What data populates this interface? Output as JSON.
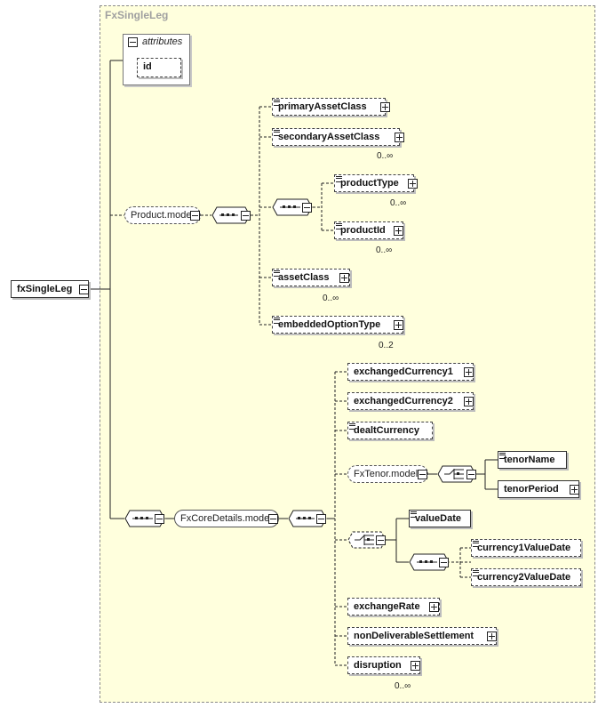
{
  "diagram": {
    "frame_title": "FxSingleLeg",
    "root": {
      "label": "fxSingleLeg"
    },
    "attributes": {
      "title": "attributes",
      "items": [
        "id"
      ]
    },
    "product_model": {
      "label": "Product.model",
      "primary_asset_class": "primaryAssetClass",
      "secondary_asset_class": {
        "label": "secondaryAssetClass",
        "occurs": "0..∞"
      },
      "product_type": {
        "label": "productType",
        "occurs": "0..∞"
      },
      "product_id": {
        "label": "productId",
        "occurs": "0..∞"
      },
      "asset_class": {
        "label": "assetClass",
        "occurs": "0..∞"
      },
      "embedded_option_type": {
        "label": "embeddedOptionType",
        "occurs": "0..2"
      }
    },
    "fx_core_details": {
      "label": "FxCoreDetails.model",
      "exchanged_currency1": "exchangedCurrency1",
      "exchanged_currency2": "exchangedCurrency2",
      "dealt_currency": "dealtCurrency",
      "fx_tenor_model": "FxTenor.model",
      "tenor_name": "tenorName",
      "tenor_period": "tenorPeriod",
      "value_date": "valueDate",
      "currency1_value_date": "currency1ValueDate",
      "currency2_value_date": "currency2ValueDate",
      "exchange_rate": "exchangeRate",
      "non_deliverable_settlement": "nonDeliverableSettlement",
      "disruption": {
        "label": "disruption",
        "occurs": "0..∞"
      }
    }
  }
}
